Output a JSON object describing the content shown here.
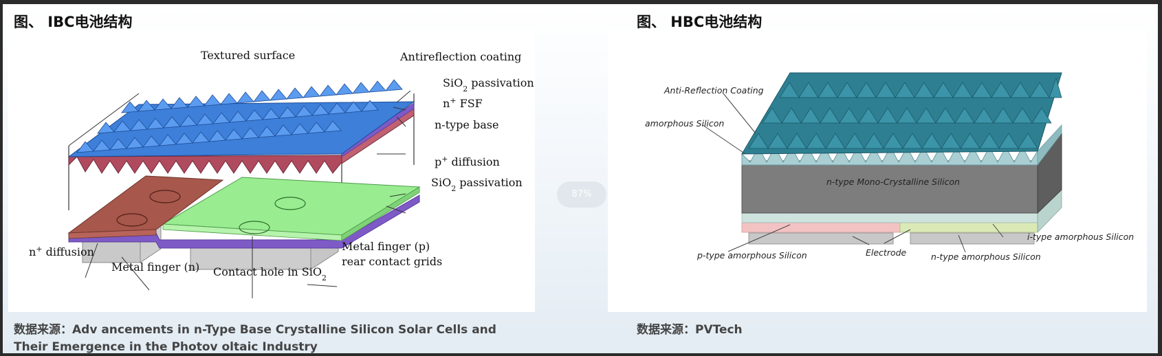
{
  "left": {
    "title": "图、 IBC电池结构",
    "source_line1": "数据来源：Adv ancements in n-Type Base Crystalline Silicon Solar Cells and",
    "source_line2": "Their Emergence in the Photov oltaic Industry",
    "labels": {
      "textured_surface": "Textured surface",
      "antireflection": "Antireflection coating",
      "sio2_top_a": "SiO",
      "sio2_top_b": "2",
      "sio2_top_c": " passivation",
      "fsf_a": "n",
      "fsf_b": "+",
      "fsf_c": " FSF",
      "ntype_base": "n-type base",
      "pdiff_a": "p",
      "pdiff_b": "+",
      "pdiff_c": " diffusion",
      "sio2_bot_a": "SiO",
      "sio2_bot_b": "2",
      "sio2_bot_c": " passivation",
      "ndiff_a": "n",
      "ndiff_b": "+",
      "ndiff_c": " diffusion",
      "metal_n": "Metal finger (n)",
      "contact_a": "Contact hole in SiO",
      "contact_b": "2",
      "metal_p": "Metal finger (p)",
      "rear_grids": "rear contact grids"
    }
  },
  "right": {
    "title": "图、 HBC电池结构",
    "source": "数据来源：PVTech",
    "labels": {
      "anti_reflection": "Anti-Reflection Coating",
      "amorphous": "amorphous Silicon",
      "mono": "n-type Mono-Crystalline Silicon",
      "p_type": "p-type amorphous Silicon",
      "electrode": "Electrode",
      "n_type": "n-type amorphous Silicon",
      "i_type": "i-type amorphous Silicon"
    }
  },
  "zoom": "87%",
  "colors": {
    "ibc_texture": "#3d7fd9",
    "ibc_fsf": "#b04a5e",
    "ibc_n_diff": "#a7574b",
    "ibc_p_diff": "#99ec90",
    "ibc_passivation": "#7e5ac7",
    "ibc_metal": "#cfcfcf",
    "hbc_texture": "#2e7f92",
    "hbc_base": "#7d7d7d",
    "hbc_p_layer": "#f3c3c3",
    "hbc_i_layer": "#cfe3de"
  }
}
